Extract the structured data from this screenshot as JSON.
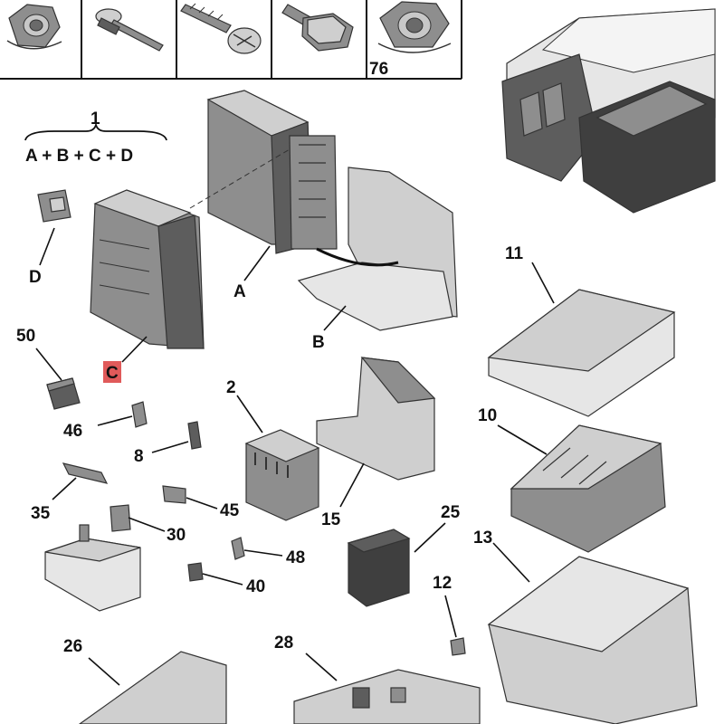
{
  "header_strip": {
    "panel_label_76": "76"
  },
  "assembly": {
    "number": "1",
    "formula": "A + B + C + D"
  },
  "callouts": {
    "A": "A",
    "B": "B",
    "C": "C",
    "D": "D",
    "n2": "2",
    "n8": "8",
    "n10": "10",
    "n11": "11",
    "n12": "12",
    "n13": "13",
    "n15": "15",
    "n25": "25",
    "n26": "26",
    "n28": "28",
    "n30": "30",
    "n35": "35",
    "n40": "40",
    "n45": "45",
    "n46": "46",
    "n48": "48",
    "n50": "50"
  },
  "colors": {
    "highlight_C": "#e05a5a",
    "line": "#111111",
    "part_gray": "#8e8e8e"
  }
}
